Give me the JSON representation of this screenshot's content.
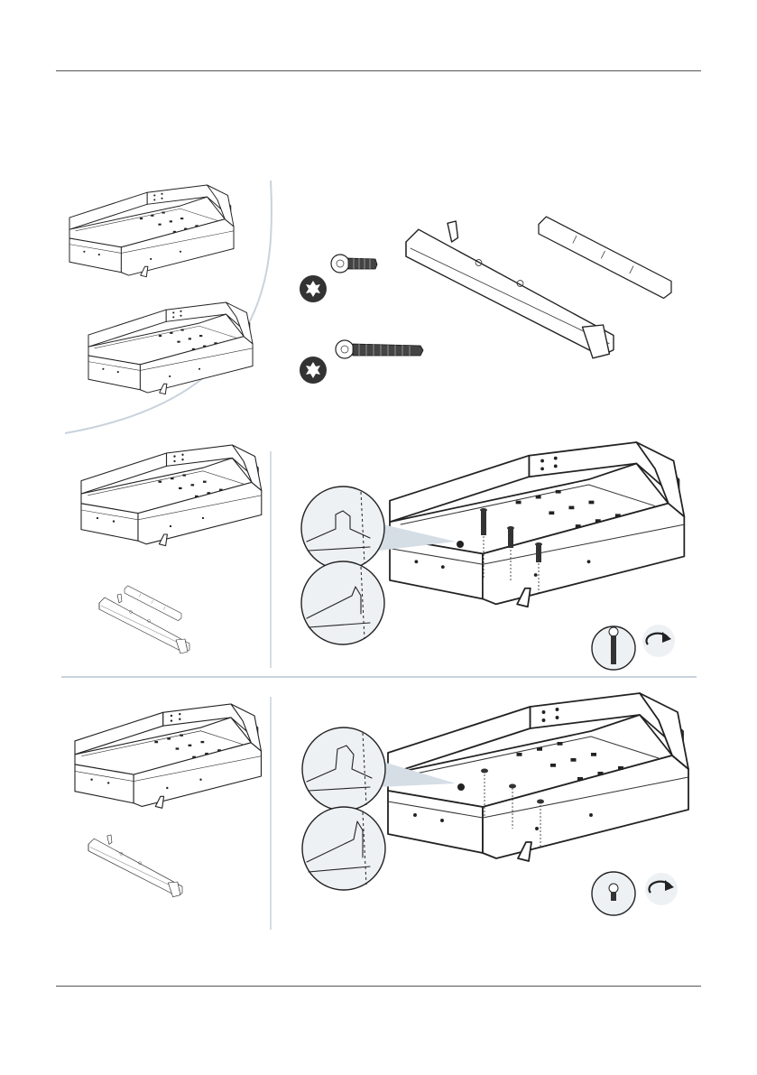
{
  "document": {
    "kind": "assembly-instructions",
    "sections": [
      {
        "id": "step-1",
        "parts": [
          "drawer-box-small",
          "drawer-box-large",
          "torx-screw-short",
          "torx-screw-long",
          "front-rail",
          "connector-bar"
        ]
      },
      {
        "id": "step-2",
        "parts": [
          "drawer-box",
          "front-rail",
          "connector-bar",
          "detail-zoom-top",
          "detail-zoom-bottom",
          "screw-in-circle",
          "rotate-arrow"
        ]
      },
      {
        "id": "step-3",
        "parts": [
          "drawer-box",
          "front-rail",
          "detail-zoom-top",
          "detail-zoom-bottom",
          "screw-head-circle",
          "rotate-arrow"
        ]
      }
    ],
    "icons": [
      "torx-bit-icon",
      "rotate-clockwise-icon",
      "screw-icon"
    ],
    "colors": {
      "line": "#222222",
      "divider": "#c9d2dc",
      "zoom_fill": "#d5dde5",
      "circle_fill": "#eef1f4"
    }
  }
}
